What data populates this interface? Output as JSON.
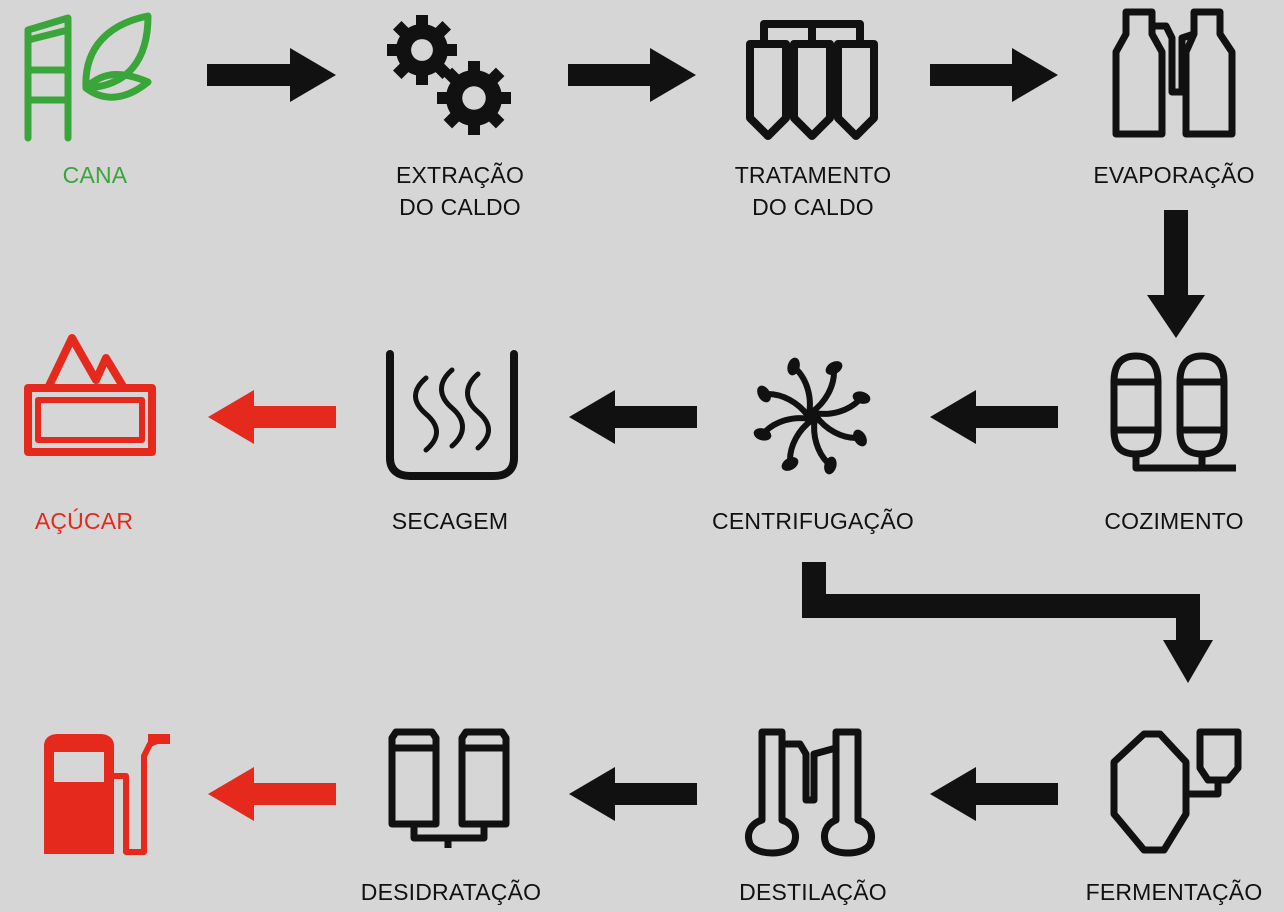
{
  "colors": {
    "background": "#d6d6d6",
    "ink": "#111111",
    "cane": "#3aa63a",
    "product": "#e5291c"
  },
  "nodes": [
    {
      "id": "cana",
      "lines": [
        "CANA"
      ],
      "icon": "sugarcane-icon",
      "color": "cane"
    },
    {
      "id": "extracao",
      "lines": [
        "EXTRAÇÃO",
        "DO CALDO"
      ],
      "icon": "gears-icon",
      "color": "ink"
    },
    {
      "id": "tratamento",
      "lines": [
        "TRATAMENTO",
        "DO CALDO"
      ],
      "icon": "treatment-tanks-icon",
      "color": "ink"
    },
    {
      "id": "evaporacao",
      "lines": [
        "EVAPORAÇÃO"
      ],
      "icon": "evaporator-icon",
      "color": "ink"
    },
    {
      "id": "cozimento",
      "lines": [
        "COZIMENTO"
      ],
      "icon": "cooking-pans-icon",
      "color": "ink"
    },
    {
      "id": "centrifugacao",
      "lines": [
        "CENTRIFUGAÇÃO"
      ],
      "icon": "centrifuge-icon",
      "color": "ink"
    },
    {
      "id": "secagem",
      "lines": [
        "SECAGEM"
      ],
      "icon": "dryer-icon",
      "color": "ink"
    },
    {
      "id": "acucar",
      "lines": [
        "AÇÚCAR"
      ],
      "icon": "sugar-pile-icon",
      "color": "product"
    },
    {
      "id": "fermentacao",
      "lines": [
        "FERMENTAÇÃO"
      ],
      "icon": "fermenter-icon",
      "color": "ink"
    },
    {
      "id": "destilacao",
      "lines": [
        "DESTILAÇÃO"
      ],
      "icon": "distillation-column-icon",
      "color": "ink"
    },
    {
      "id": "desidratacao",
      "lines": [
        "DESIDRATAÇÃO"
      ],
      "icon": "dehydration-columns-icon",
      "color": "ink"
    },
    {
      "id": "etanol",
      "lines": [],
      "icon": "fuel-pump-icon",
      "color": "product"
    }
  ],
  "edges": [
    {
      "from": "cana",
      "to": "extracao",
      "color": "ink"
    },
    {
      "from": "extracao",
      "to": "tratamento",
      "color": "ink"
    },
    {
      "from": "tratamento",
      "to": "evaporacao",
      "color": "ink"
    },
    {
      "from": "evaporacao",
      "to": "cozimento",
      "color": "ink"
    },
    {
      "from": "cozimento",
      "to": "centrifugacao",
      "color": "ink"
    },
    {
      "from": "centrifugacao",
      "to": "secagem",
      "color": "ink"
    },
    {
      "from": "secagem",
      "to": "acucar",
      "color": "product"
    },
    {
      "from": "centrifugacao",
      "to": "fermentacao",
      "color": "ink"
    },
    {
      "from": "fermentacao",
      "to": "destilacao",
      "color": "ink"
    },
    {
      "from": "destilacao",
      "to": "desidratacao",
      "color": "ink"
    },
    {
      "from": "desidratacao",
      "to": "etanol",
      "color": "product"
    }
  ]
}
